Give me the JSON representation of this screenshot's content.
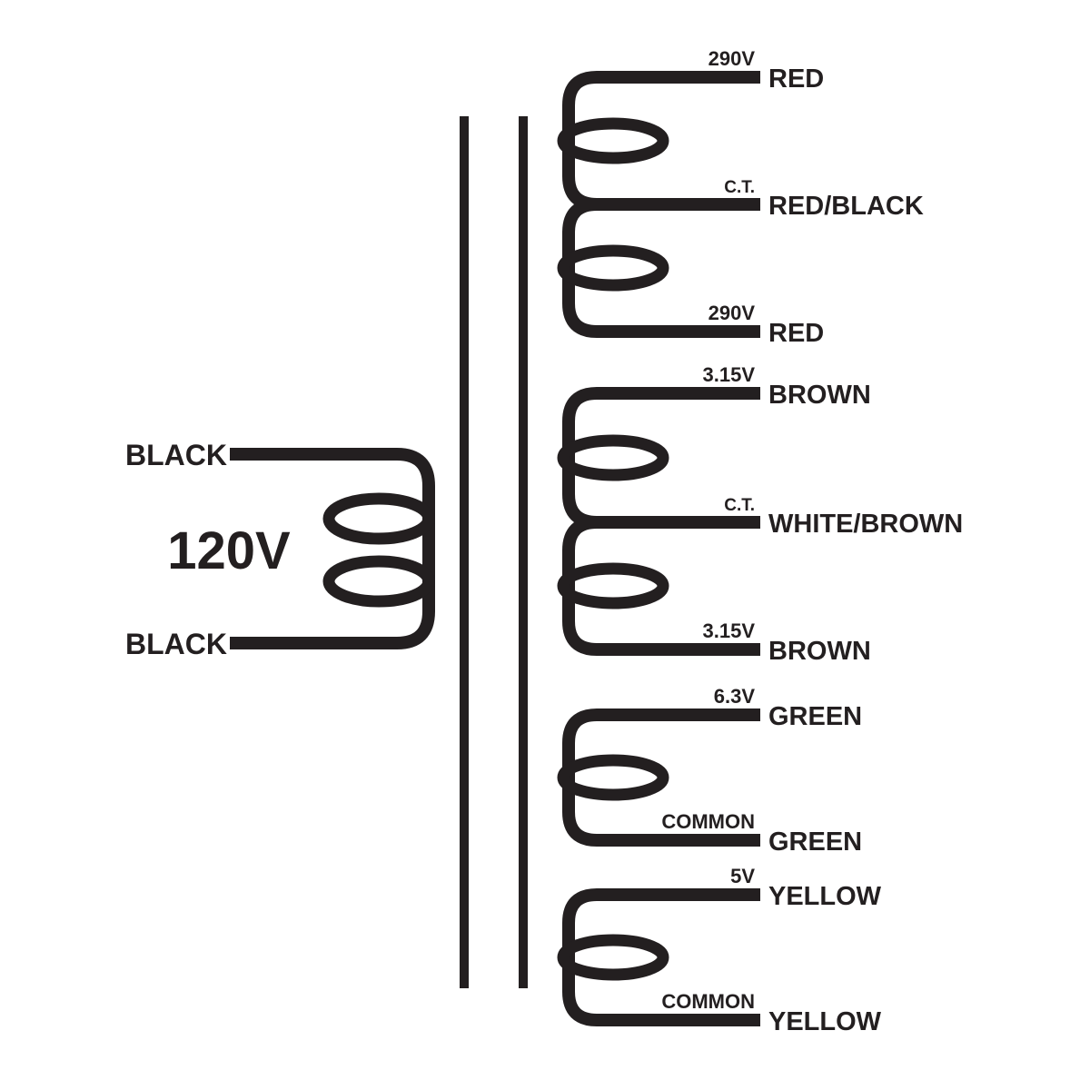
{
  "colors": {
    "ink": "#231f20",
    "background": "#ffffff"
  },
  "primary": {
    "voltage": "120V",
    "leads": [
      {
        "wire": "BLACK"
      },
      {
        "wire": "BLACK"
      }
    ]
  },
  "secondaries": [
    {
      "leads": [
        {
          "tap": "290V",
          "wire": "RED"
        },
        {
          "tap": "C.T.",
          "wire": "RED/BLACK"
        },
        {
          "tap": "290V",
          "wire": "RED"
        }
      ]
    },
    {
      "leads": [
        {
          "tap": "3.15V",
          "wire": "BROWN"
        },
        {
          "tap": "C.T.",
          "wire": "WHITE/BROWN"
        },
        {
          "tap": "3.15V",
          "wire": "BROWN"
        }
      ]
    },
    {
      "leads": [
        {
          "tap": "6.3V",
          "wire": "GREEN"
        },
        {
          "tap": "COMMON",
          "wire": "GREEN"
        }
      ]
    },
    {
      "leads": [
        {
          "tap": "5V",
          "wire": "YELLOW"
        },
        {
          "tap": "COMMON",
          "wire": "YELLOW"
        }
      ]
    }
  ]
}
